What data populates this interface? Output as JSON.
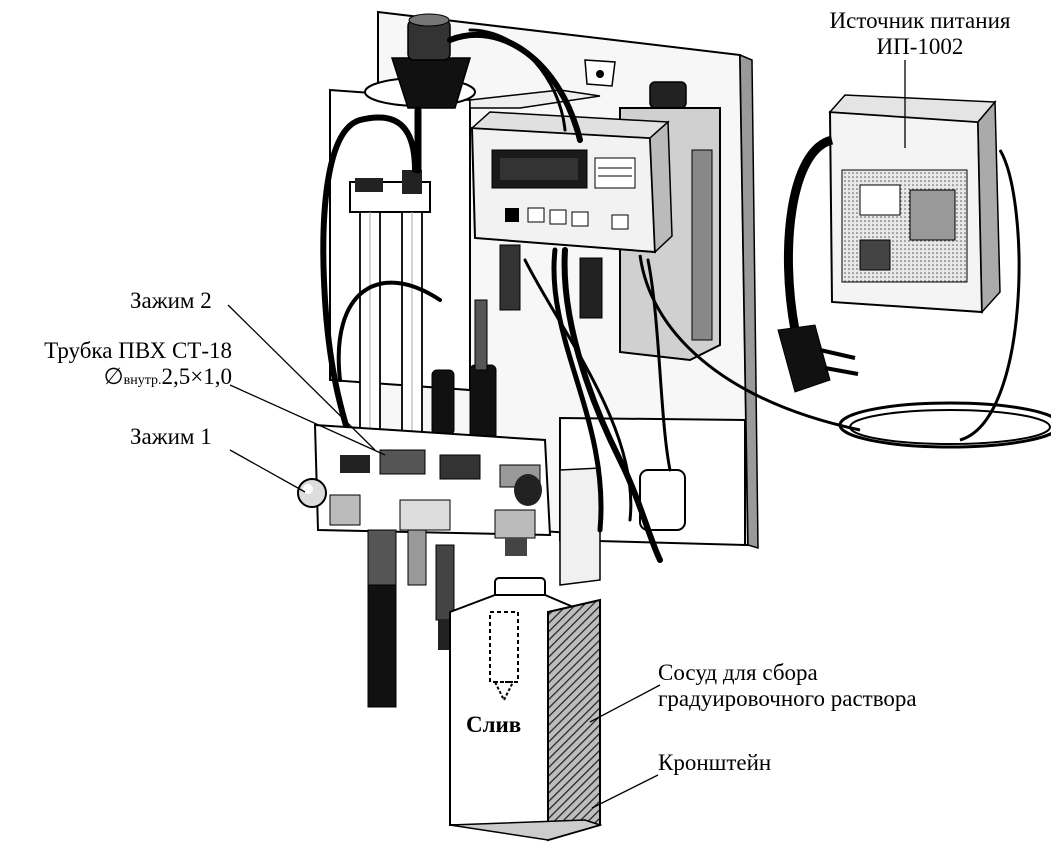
{
  "labels": {
    "power_source_line1": "Источник питания",
    "power_source_line2": "ИП-1002",
    "clamp2": "Зажим 2",
    "pvc_tube_line1": "Трубка ПВХ СТ-18",
    "pvc_tube_diam_symbol": "∅",
    "pvc_tube_diam_sub": "внутр.",
    "pvc_tube_diam_value": "2,5×1,0",
    "clamp1": "Зажим 1",
    "vessel_line1": "Сосуд для сбора",
    "vessel_line2": "градуировочного раствора",
    "bracket": "Кронштейн",
    "drain": "Слив"
  },
  "colors": {
    "ink": "#000000",
    "paper": "#ffffff",
    "shade": "#cfcfcf",
    "dark": "#1a1a1a"
  }
}
